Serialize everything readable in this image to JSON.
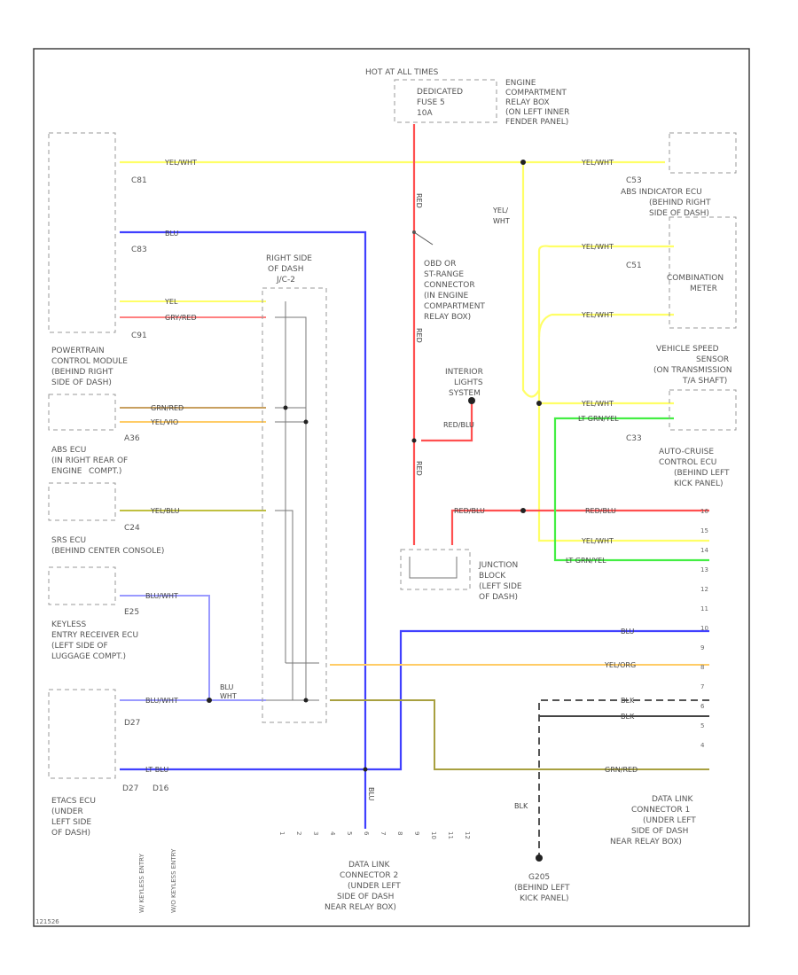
{
  "diagram_id": "121526",
  "fuse_block": {
    "header": "HOT AT ALL TIMES",
    "fuse_lines": [
      "DEDICATED",
      "FUSE 5",
      "10A"
    ],
    "location_lines": [
      "ENGINE",
      "COMPARTMENT",
      "RELAY BOX",
      "(ON LEFT INNER",
      "FENDER PANEL)"
    ]
  },
  "components": {
    "pcm": {
      "connectors": [
        "C81",
        "C83",
        "C91"
      ],
      "lines": [
        "POWERTRAIN",
        "CONTROL MODULE",
        "(BEHIND RIGHT",
        "SIDE OF DASH)"
      ]
    },
    "abs": {
      "connectors": [
        "A36"
      ],
      "lines": [
        "ABS ECU",
        "(IN RIGHT REAR OF",
        "ENGINE",
        "COMPT.)"
      ]
    },
    "srs": {
      "connectors": [
        "C24"
      ],
      "lines": [
        "SRS ECU",
        "(BEHIND CENTER CONSOLE)"
      ]
    },
    "keyless": {
      "connectors": [
        "E25"
      ],
      "lines": [
        "KEYLESS",
        "ENTRY RECEIVER ECU",
        "(LEFT SIDE OF",
        "LUGGAGE COMPT.)"
      ]
    },
    "etacs": {
      "connectors": [
        "D27",
        "D27",
        "D16"
      ],
      "lines": [
        "ETACS ECU",
        "(UNDER",
        "LEFT SIDE",
        "OF DASH)"
      ]
    },
    "right_side": {
      "lines": [
        "RIGHT SIDE",
        "OF DASH",
        "J/C-2"
      ]
    },
    "obd": {
      "lines": [
        "OBD OR",
        "ST-RANGE",
        "CONNECTOR",
        "(IN ENGINE",
        "COMPARTMENT",
        "RELAY BOX)"
      ]
    },
    "interior": {
      "lines": [
        "INTERIOR",
        "LIGHTS",
        "SYSTEM"
      ]
    },
    "junction": {
      "lines": [
        "JUNCTION",
        "BLOCK",
        "(LEFT SIDE",
        "OF DASH)"
      ]
    },
    "abs_indicator": {
      "connectors": [
        "C53"
      ],
      "lines": [
        "ABS INDICATOR ECU",
        "(BEHIND RIGHT",
        "SIDE OF DASH)"
      ]
    },
    "combination_meter": {
      "connectors": [
        "C51"
      ],
      "lines": [
        "COMBINATION",
        "METER"
      ]
    },
    "vss": {
      "lines": [
        "VEHICLE SPEED",
        "SENSOR",
        "(ON TRANSMISSION",
        "T/A SHAFT)"
      ]
    },
    "autocruise": {
      "connectors": [
        "C33"
      ],
      "lines": [
        "AUTO-CRUISE",
        "CONTROL ECU",
        "(BEHIND LEFT",
        "KICK PANEL)"
      ]
    },
    "dlc1": {
      "lines": [
        "DATA LINK",
        "CONNECTOR 1",
        "(UNDER LEFT",
        "SIDE OF DASH",
        "NEAR RELAY BOX)"
      ]
    },
    "dlc2": {
      "lines": [
        "DATA LINK",
        "CONNECTOR 2",
        "(UNDER LEFT",
        "SIDE OF DASH",
        "NEAR RELAY BOX)"
      ]
    },
    "ground": {
      "lines": [
        "G205",
        "(BEHIND LEFT",
        "KICK PANEL)"
      ]
    }
  },
  "wire_labels": {
    "yel_wht": "YEL/WHT",
    "blu": "BLU",
    "yel": "YEL",
    "grn_red": "GRN/RED",
    "gry_red": "GRY/RED",
    "yel_vio": "YEL/VIO",
    "yel_blu": "YEL/BLU",
    "blu_wht": "BLU/WHT",
    "red": "RED",
    "red_blu": "RED/BLU",
    "lt_grn_yel": "LT GRN/YEL",
    "yel_org": "YEL/ORG",
    "blk": "BLK",
    "blu_wht_top": "BLU",
    "blu_wht_bottom": "WHT",
    "lt_blu": "LT BLU",
    "yel_wht_vert_top": "YEL/",
    "yel_wht_vert_bottom": "WHT"
  },
  "vertical_notes": [
    "W/ KEYLESS ENTRY",
    "W/O KEYLESS ENTRY"
  ],
  "dlc2_pin_numbers": [
    "1",
    "2",
    "3",
    "4",
    "5",
    "6",
    "7",
    "8",
    "9",
    "10",
    "11",
    "12"
  ],
  "dlc1_pin_numbers": [
    "16",
    "15",
    "14",
    "13",
    "12",
    "11",
    "10",
    "9",
    "8",
    "7",
    "6",
    "5",
    "4"
  ],
  "colors": {
    "yellow": "#ffff66",
    "blue": "#4040ff",
    "red": "#ff5050",
    "green": "#44ee44",
    "orange": "#ffcc66",
    "olive": "#a8a040",
    "gray": "#606060"
  }
}
